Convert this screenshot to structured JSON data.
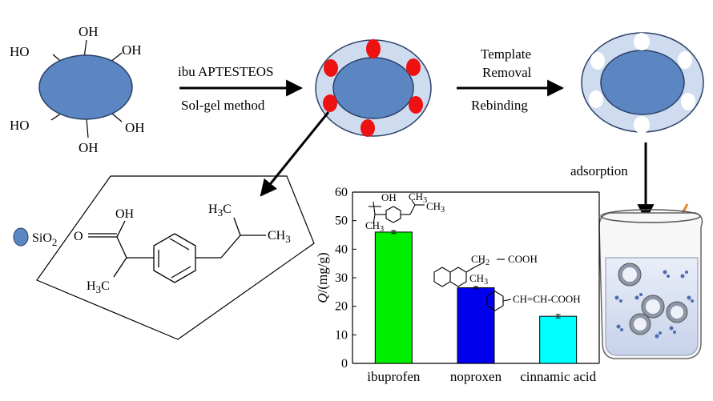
{
  "colors": {
    "core_fill": "#5b86c2",
    "core_stroke": "#2b3f66",
    "shell_fill": "#cfdcef",
    "template": "#ee1111",
    "cavity": "#ffffff",
    "arrow": "#000000"
  },
  "step1": {
    "oh_labels": [
      "OH",
      "HO",
      "OH",
      "HO",
      "OH",
      "OH"
    ]
  },
  "arrows": {
    "synthesis_top": "ibu APTESTEOS",
    "synthesis_bottom": "Sol-gel method",
    "removal_top_line1": "Template",
    "removal_top_line2": "Removal",
    "removal_bottom": "Rebinding",
    "adsorption": "adsorption"
  },
  "legend": {
    "sio2_label": "SiO",
    "sio2_sub": "2"
  },
  "ibuprofen_structure": {
    "oh": "OH",
    "o": "O",
    "h3c_top": "H",
    "h3c_top_sub": "3",
    "h3c_top_c": "C",
    "ch3_right": "CH",
    "ch3_right_sub": "3",
    "h3c_bottom": "H",
    "h3c_bottom_sub": "3",
    "h3c_bottom_c": "C"
  },
  "inset_structures": {
    "ibu_oh": "OH",
    "ibu_ch3_a": "CH",
    "ibu_ch3_a_sub": "3",
    "ibu_ch3_b": "CH",
    "ibu_ch3_b_sub": "3",
    "ibu_ch3_c": "CH",
    "ibu_ch3_c_sub": "3",
    "nap_ch2": "CH",
    "nap_ch2_sub": "2",
    "nap_cooh": "COOH",
    "nap_ch3": "CH",
    "nap_ch3_sub": "3",
    "cin_chain": "CH=CH-COOH"
  },
  "chart_data": {
    "type": "bar",
    "categories": [
      "ibuprofen",
      "noproxen",
      "cinnamic acid"
    ],
    "values": [
      46,
      26.5,
      16.5
    ],
    "errors": [
      0.5,
      0.4,
      0.6
    ],
    "colors": [
      "#00ee00",
      "#0000ee",
      "#00ffff"
    ],
    "ylabel": "Q/(mg/g)",
    "ylabel_italic": "Q",
    "ylabel_rest": "/(mg/g)",
    "ylim": [
      0,
      60
    ],
    "yticks": [
      "0",
      "10",
      "20",
      "30",
      "40",
      "50",
      "60"
    ],
    "ytick_values": [
      0,
      10,
      20,
      30,
      40,
      50,
      60
    ],
    "grid": false
  }
}
